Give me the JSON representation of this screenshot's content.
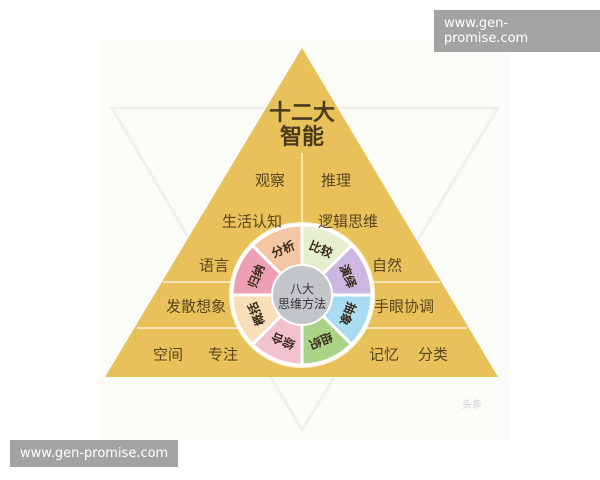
{
  "watermarks": {
    "top_right": "www.gen-promise.com",
    "bottom_left": "www.gen-promise.com"
  },
  "pyramid": {
    "title_line1": "十二大",
    "title_line2": "智能",
    "fill_color": "#e8c15a",
    "divider_color": "#f5e6b8",
    "left_items": [
      "观察",
      "生活认知",
      "语言",
      "发散想象",
      "空间",
      "专注"
    ],
    "right_items": [
      "推理",
      "逻辑思维",
      "自然",
      "手眼协调",
      "记忆",
      "分类"
    ]
  },
  "wheel": {
    "center_line1": "八大",
    "center_line2": "思维方法",
    "center_color": "#c3c6c9",
    "segments": [
      {
        "label": "比较",
        "color": "#e6f0cf"
      },
      {
        "label": "演绎",
        "color": "#cdb7e0"
      },
      {
        "label": "抽象",
        "color": "#a9dcf2"
      },
      {
        "label": "组织",
        "color": "#a9d487"
      },
      {
        "label": "综合",
        "color": "#f3c2cf"
      },
      {
        "label": "概括",
        "color": "#f8dfb8"
      },
      {
        "label": "归纳",
        "color": "#ee9fb3"
      },
      {
        "label": "分析",
        "color": "#f5c6a3"
      }
    ]
  },
  "credit": "头条"
}
